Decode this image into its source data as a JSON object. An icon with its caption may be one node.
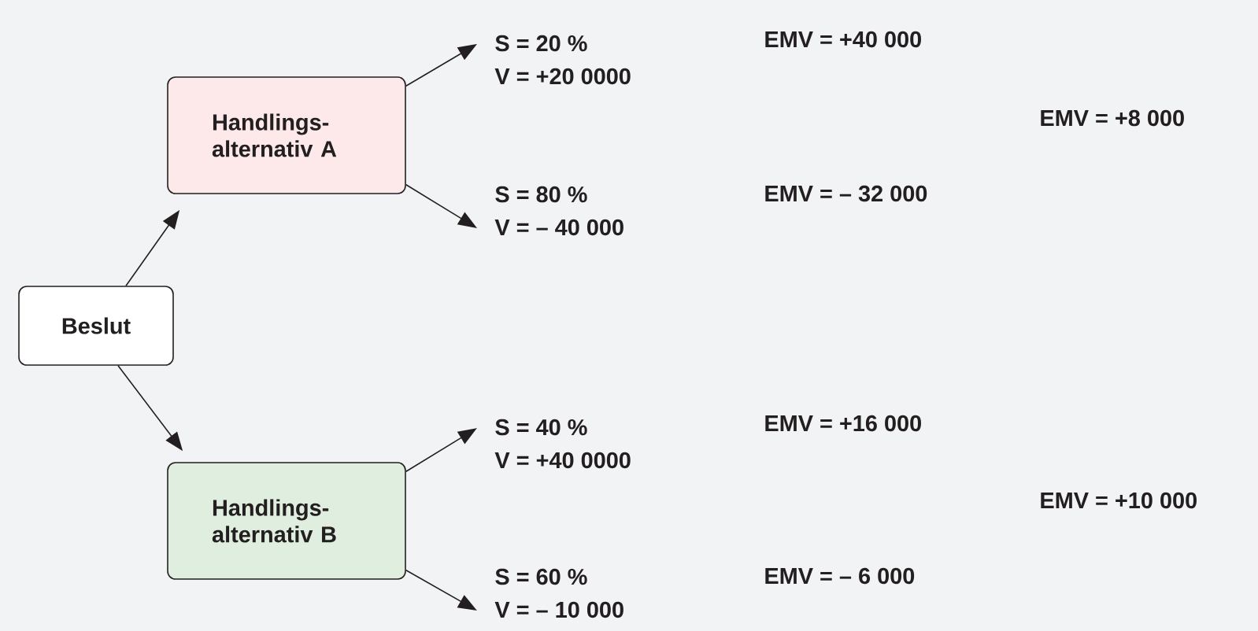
{
  "diagram": {
    "nodes": [
      {
        "text": [
          "Beslut"
        ]
      },
      {
        "text": [
          "Handlings- alternativ A"
        ]
      },
      {
        "text": [
          "Handlings- alternativ B"
        ]
      },
      {
        "text": [
          "S = 20 %",
          "V = +20 0000"
        ]
      },
      {
        "text": [
          "S = 80 %",
          "V = – 40 000"
        ]
      },
      {
        "text": [
          "S = 40 %",
          "V = +40 0000"
        ]
      },
      {
        "text": [
          "S = 60 %",
          "V = – 10 000"
        ]
      }
    ],
    "edges": [
      {
        "from": 0,
        "to": 1,
        "arrow": "to"
      },
      {
        "from": 0,
        "to": 2,
        "arrow": "to"
      },
      {
        "from": 1,
        "to": 3,
        "arrow": "to"
      },
      {
        "from": 1,
        "to": 4,
        "arrow": "to"
      },
      {
        "from": 2,
        "to": 5,
        "arrow": "to"
      },
      {
        "from": 2,
        "to": 6,
        "arrow": "to"
      }
    ],
    "labels": [
      "EMV = +40 000",
      "EMV = +8 000",
      "EMV = – 32 000",
      "EMV = +16 000",
      "EMV = +10 000",
      "EMV = – 6 000"
    ]
  }
}
